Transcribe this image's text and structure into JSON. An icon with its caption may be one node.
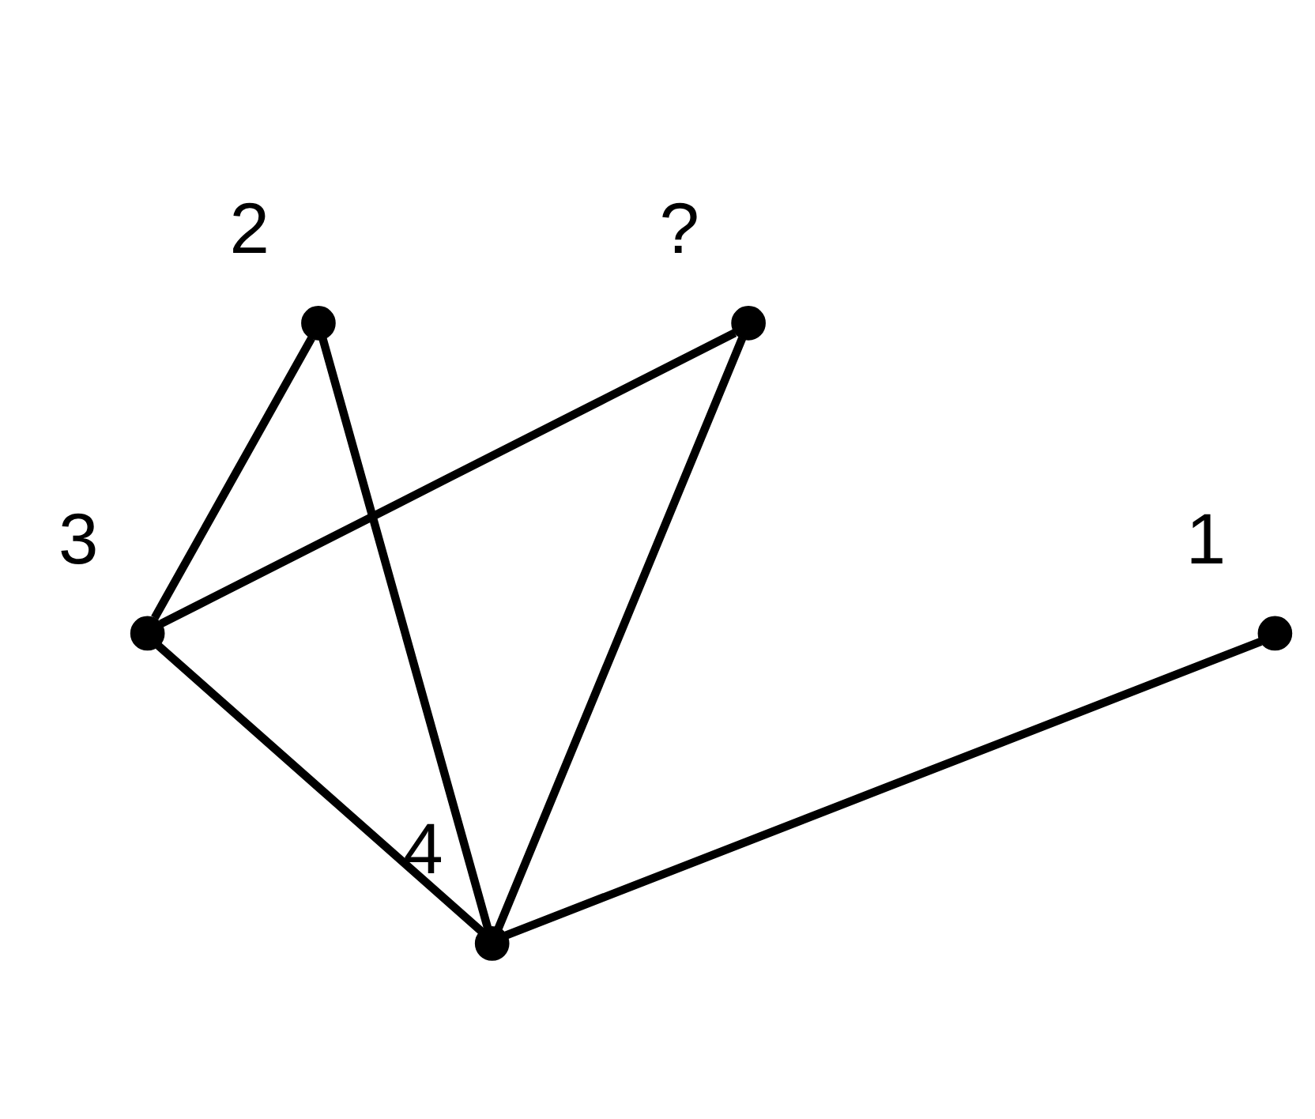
{
  "diagram": {
    "nodes": [
      {
        "text": [],
        "shape": "circle",
        "beside": [
          "2"
        ]
      },
      {
        "text": [],
        "shape": "circle",
        "beside": [
          "?"
        ]
      },
      {
        "text": [],
        "shape": "circle",
        "beside": [
          "3"
        ]
      },
      {
        "text": [],
        "shape": "circle",
        "beside": [
          "1"
        ]
      },
      {
        "text": [],
        "shape": "circle",
        "beside": [
          "4"
        ]
      }
    ],
    "edges": [
      {
        "from": 0,
        "to": 2,
        "arrow": "none"
      },
      {
        "from": 0,
        "to": 4,
        "arrow": "none"
      },
      {
        "from": 1,
        "to": 2,
        "arrow": "none"
      },
      {
        "from": 1,
        "to": 4,
        "arrow": "none"
      },
      {
        "from": 2,
        "to": 4,
        "arrow": "none"
      },
      {
        "from": 4,
        "to": 3,
        "arrow": "none"
      }
    ]
  }
}
